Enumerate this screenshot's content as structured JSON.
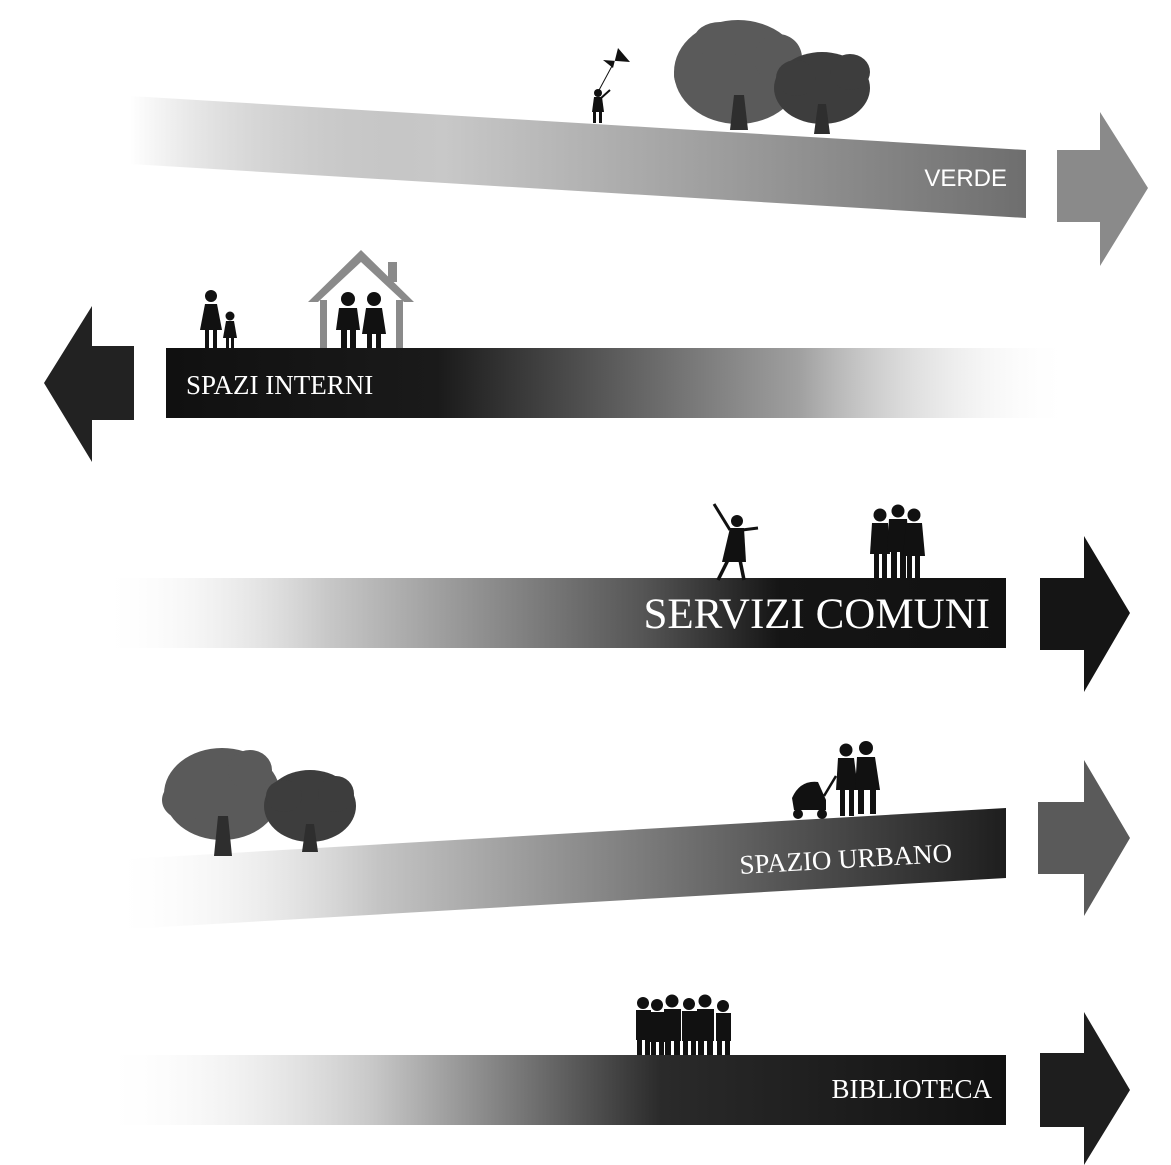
{
  "bands": [
    {
      "id": "verde",
      "label": "VERDE",
      "direction": "right",
      "color": "#7a7a7a",
      "icons": [
        "kite-child-icon",
        "tree-icon",
        "tree-icon"
      ]
    },
    {
      "id": "spazi-interni",
      "label": "SPAZI INTERNI",
      "direction": "left",
      "color": "#1a1a1a",
      "icons": [
        "mother-child-icon",
        "house-couple-icon"
      ]
    },
    {
      "id": "servizi-comuni",
      "label": "SERVIZI COMUNI",
      "direction": "right",
      "color": "#1a1a1a",
      "icons": [
        "dancing-woman-icon",
        "group-of-people-icon"
      ]
    },
    {
      "id": "spazio-urbano",
      "label": "SPAZIO URBANO",
      "direction": "right",
      "color": "#4a4a4a",
      "icons": [
        "tree-icon",
        "tree-icon",
        "stroller-couple-icon"
      ]
    },
    {
      "id": "biblioteca",
      "label": "BIBLIOTECA",
      "direction": "right",
      "color": "#222222",
      "icons": [
        "crowd-icon"
      ]
    }
  ]
}
